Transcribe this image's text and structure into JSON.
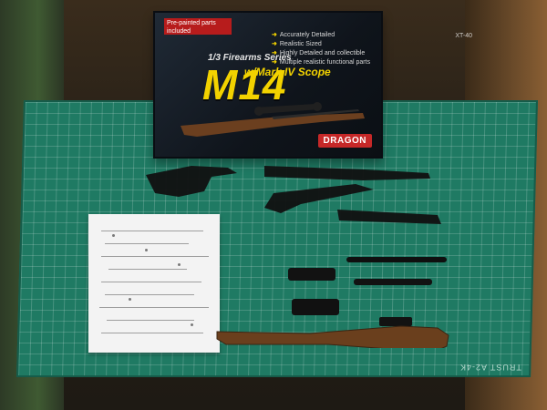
{
  "photo": {
    "box": {
      "sticker": "Pre-painted parts included",
      "series": "1/3 Firearms Series",
      "title": "M14",
      "subtitle": "w/Mark IV Scope",
      "features": [
        "Accurately Detailed",
        "Realistic Sized",
        "Highly Detailed and collectible",
        "Multiple realistic functional parts"
      ],
      "brand": "DRAGON"
    },
    "mat_label": "TRUST A2-4K",
    "right_label": "XT-40"
  }
}
